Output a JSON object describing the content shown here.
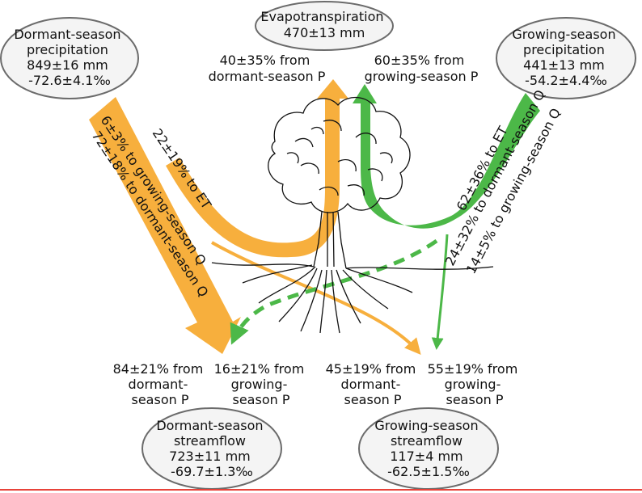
{
  "colors": {
    "dormant": "#F7AF3D",
    "growing": "#4CB848",
    "ink": "#111111",
    "ellipse_fill": "#F4F4F4",
    "ellipse_stroke": "#6B6B6B",
    "baseline": "#E8433A"
  },
  "boxes": {
    "evapotranspiration": {
      "lines": [
        "Evapotranspiration",
        "470±13 mm"
      ]
    },
    "dormant_precip": {
      "lines": [
        "Dormant-season",
        "precipitation",
        "849±16 mm",
        "-72.6±4.1‰"
      ]
    },
    "growing_precip": {
      "lines": [
        "Growing-season",
        "precipitation",
        "441±13 mm",
        "-54.2±4.4‰"
      ]
    },
    "dormant_streamflow": {
      "lines": [
        "Dormant-season",
        "streamflow",
        "723±11 mm",
        "-69.7±1.3‰"
      ]
    },
    "growing_streamflow": {
      "lines": [
        "Growing-season",
        "streamflow",
        "117±4 mm",
        "-62.5±1.5‰"
      ]
    }
  },
  "et_sources": {
    "dormant": [
      "40±35% from",
      "dormant-season P"
    ],
    "growing": [
      "60±35% from",
      "growing-season P"
    ]
  },
  "flow_labels": {
    "dormant_to_et": "22±19% to ET",
    "dormant_to_growing_q": "6±3% to growing-season Q",
    "dormant_to_dormant_q": "72±18% to dormant-season Q",
    "growing_to_et": "62±36% to ET",
    "growing_to_dormant_q": "24±32% to dormant-season Q",
    "growing_to_growing_q": "14±5% to growing-season Q"
  },
  "streamflow_sources": {
    "dormant_q_from_dormant": [
      "84±21% from",
      "dormant-",
      "season P"
    ],
    "dormant_q_from_growing": [
      "16±21% from",
      "growing-",
      "season P"
    ],
    "growing_q_from_dormant": [
      "45±19% from",
      "dormant-",
      "season P"
    ],
    "growing_q_from_growing": [
      "55±19% from",
      "growing-",
      "season P"
    ]
  },
  "icons": {
    "tree": "tree-icon"
  }
}
